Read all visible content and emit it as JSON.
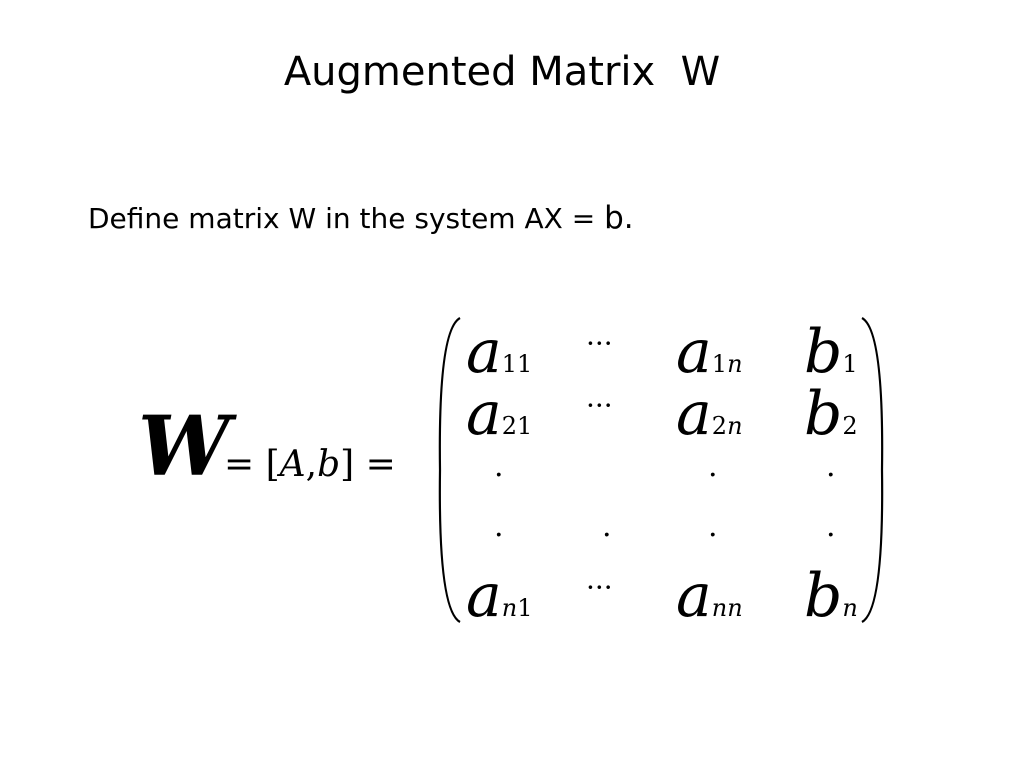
{
  "title": "Augmented Matrix  W",
  "statement": {
    "part1": "Define matrix ",
    "w": "W",
    "part2": " in the system ",
    "ax": "AX = ",
    "b": "b."
  },
  "equation": {
    "lhs_symbol": "W",
    "equals_1": "=",
    "bracket_open": "[",
    "A": "A",
    "comma": ",",
    "b": "b",
    "bracket_close": "]",
    "equals_2": "="
  },
  "matrix": {
    "r1": {
      "c1": {
        "base": "a",
        "sub": "11"
      },
      "ellipsis": "···",
      "c3": {
        "base": "a",
        "sub_num": "1",
        "sub_var": "n"
      },
      "c4": {
        "base": "b",
        "sub": "1"
      }
    },
    "r2": {
      "c1": {
        "base": "a",
        "sub": "21"
      },
      "ellipsis": "···",
      "c3": {
        "base": "a",
        "sub_num": "2",
        "sub_var": "n"
      },
      "c4": {
        "base": "b",
        "sub": "2"
      }
    },
    "dot": ".",
    "rn": {
      "c1": {
        "base": "a",
        "sub_var": "n",
        "sub_num": "1"
      },
      "ellipsis": "···",
      "c3": {
        "base": "a",
        "sub_var": "nn"
      },
      "c4": {
        "base": "b",
        "sub_var": "n"
      }
    }
  }
}
